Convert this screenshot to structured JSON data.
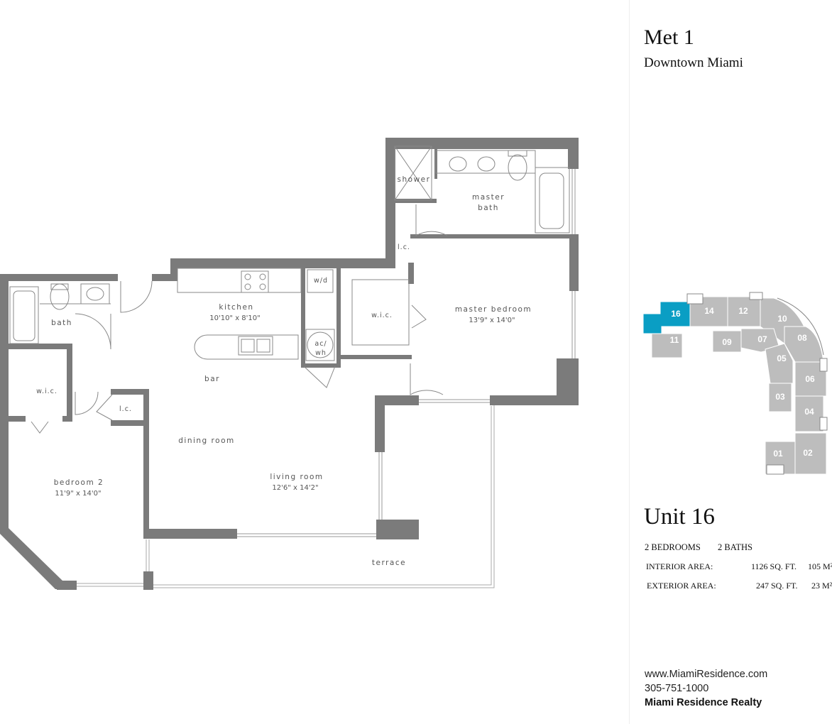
{
  "header": {
    "building": "Met 1",
    "location": "Downtown Miami"
  },
  "plan": {
    "rooms": {
      "shower": "shower",
      "master_bath": [
        "master",
        "bath"
      ],
      "lc_top": "l.c.",
      "master_bedroom": "master bedroom",
      "master_bedroom_dim": "13'9\" x 14'0\"",
      "wic_master": "w.i.c.",
      "wd": "w/d",
      "acwh": [
        "ac/",
        "wh"
      ],
      "kitchen": "kitchen",
      "kitchen_dim": "10'10\" x 8'10\"",
      "bar": "bar",
      "bath": "bath",
      "wic_bed2": "w.i.c.",
      "lc_bottom": "l.c.",
      "dining_room": "dining room",
      "living_room": "living room",
      "living_room_dim": "12'6\" x 14'2\"",
      "bedroom2": "bedroom 2",
      "bedroom2_dim": "11'9\" x 14'0\"",
      "terrace": "terrace"
    }
  },
  "keyplan": {
    "highlight_color": "#0a9ec4",
    "unit_color": "#bdbdbd",
    "units": [
      "01",
      "02",
      "03",
      "04",
      "05",
      "06",
      "07",
      "08",
      "09",
      "10",
      "11",
      "12",
      "14",
      "16"
    ],
    "selected": "16"
  },
  "unit": {
    "title": "Unit 16",
    "bedrooms": "2 BEDROOMS",
    "baths": "2 BATHS",
    "interior": {
      "label": "INTERIOR AREA:",
      "sqft": "1126 SQ. FT.",
      "m2": "105 M²"
    },
    "exterior": {
      "label": "EXTERIOR AREA:",
      "sqft": "247 SQ. FT.",
      "m2": "23 M²"
    }
  },
  "contact": {
    "website": "www.MiamiResidence.com",
    "phone": "305-751-1000",
    "company": "Miami Residence Realty"
  }
}
